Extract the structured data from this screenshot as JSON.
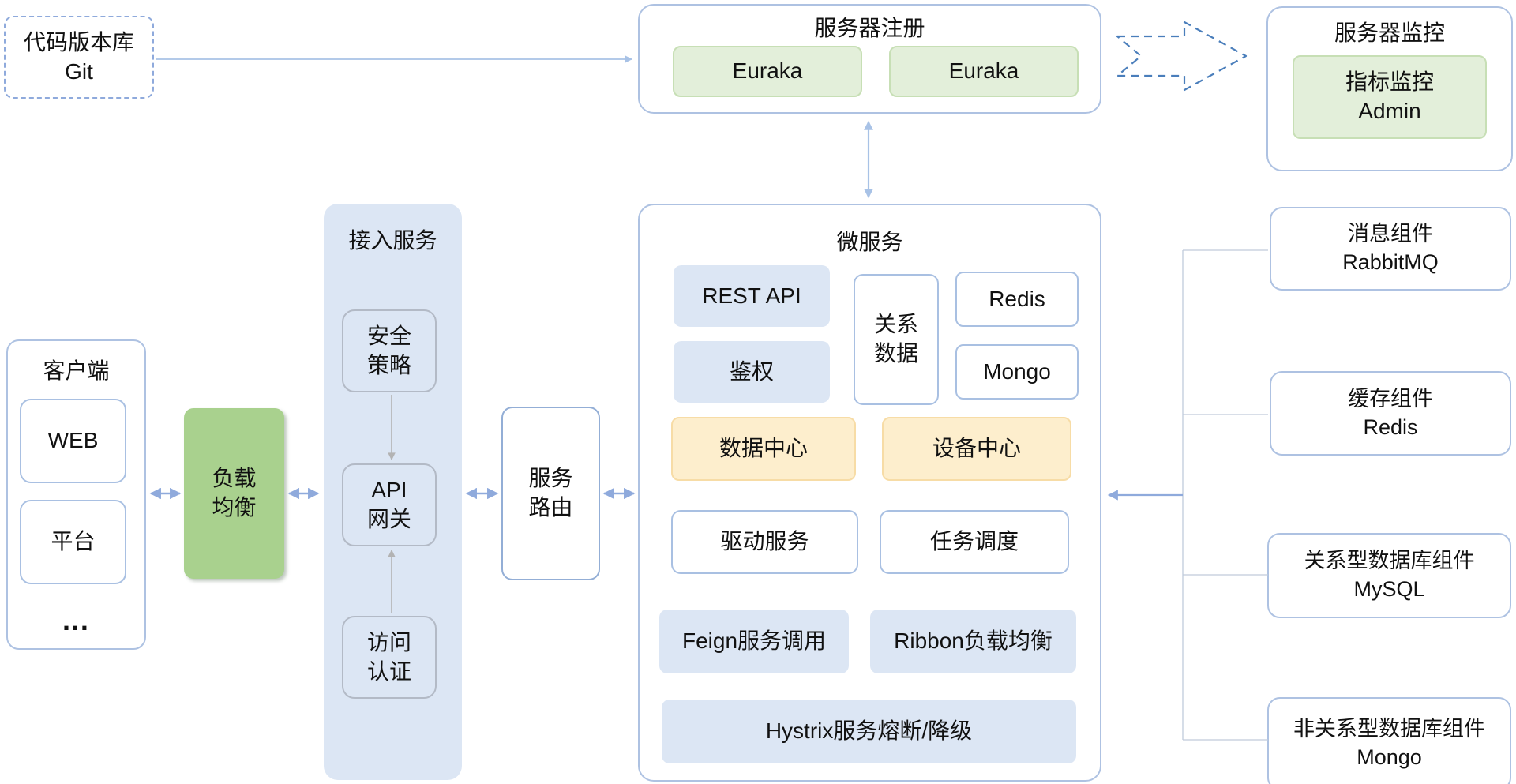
{
  "diagram": {
    "git": {
      "label": "代码版本库\nGit"
    },
    "registry": {
      "title": "服务器注册",
      "node1": "Euraka",
      "node2": "Euraka"
    },
    "monitor": {
      "title": "服务器监控",
      "admin": "指标监控\nAdmin"
    },
    "client": {
      "title": "客户端",
      "web": "WEB",
      "platform": "平台",
      "more": "…"
    },
    "load_balancer": {
      "label": "负载\n均衡"
    },
    "access": {
      "title": "接入服务",
      "security": "安全\n策略",
      "gateway": "API\n网关",
      "auth": "访问\n认证"
    },
    "route": {
      "label": "服务\n路由"
    },
    "microservice": {
      "title": "微服务",
      "rest_api": "REST API",
      "relation_data": "关系\n数据",
      "redis": "Redis",
      "authz": "鉴权",
      "mongo": "Mongo",
      "data_center": "数据中心",
      "device_center": "设备中心",
      "driver": "驱动服务",
      "scheduler": "任务调度",
      "feign": "Feign服务调用",
      "ribbon": "Ribbon负载均衡",
      "hystrix": "Hystrix服务熔断/降级"
    },
    "components": [
      {
        "label": "消息组件\nRabbitMQ"
      },
      {
        "label": "缓存组件\nRedis"
      },
      {
        "label": "关系型数据库组件\nMySQL"
      },
      {
        "label": "非关系型数据库组件\nMongo"
      }
    ],
    "colors": {
      "node_border": "#aec2e2",
      "arrow_blue": "#8faadc",
      "arrow_gray": "#a8a8a8",
      "connector_gray": "#c0cbdb",
      "dashed_arrow_blue": "#4a7ebb",
      "panel_fill": "#dce6f4",
      "green_fill": "#a9d18e",
      "light_green_fill": "#e3efda",
      "cream_fill": "#fdeecd"
    }
  }
}
